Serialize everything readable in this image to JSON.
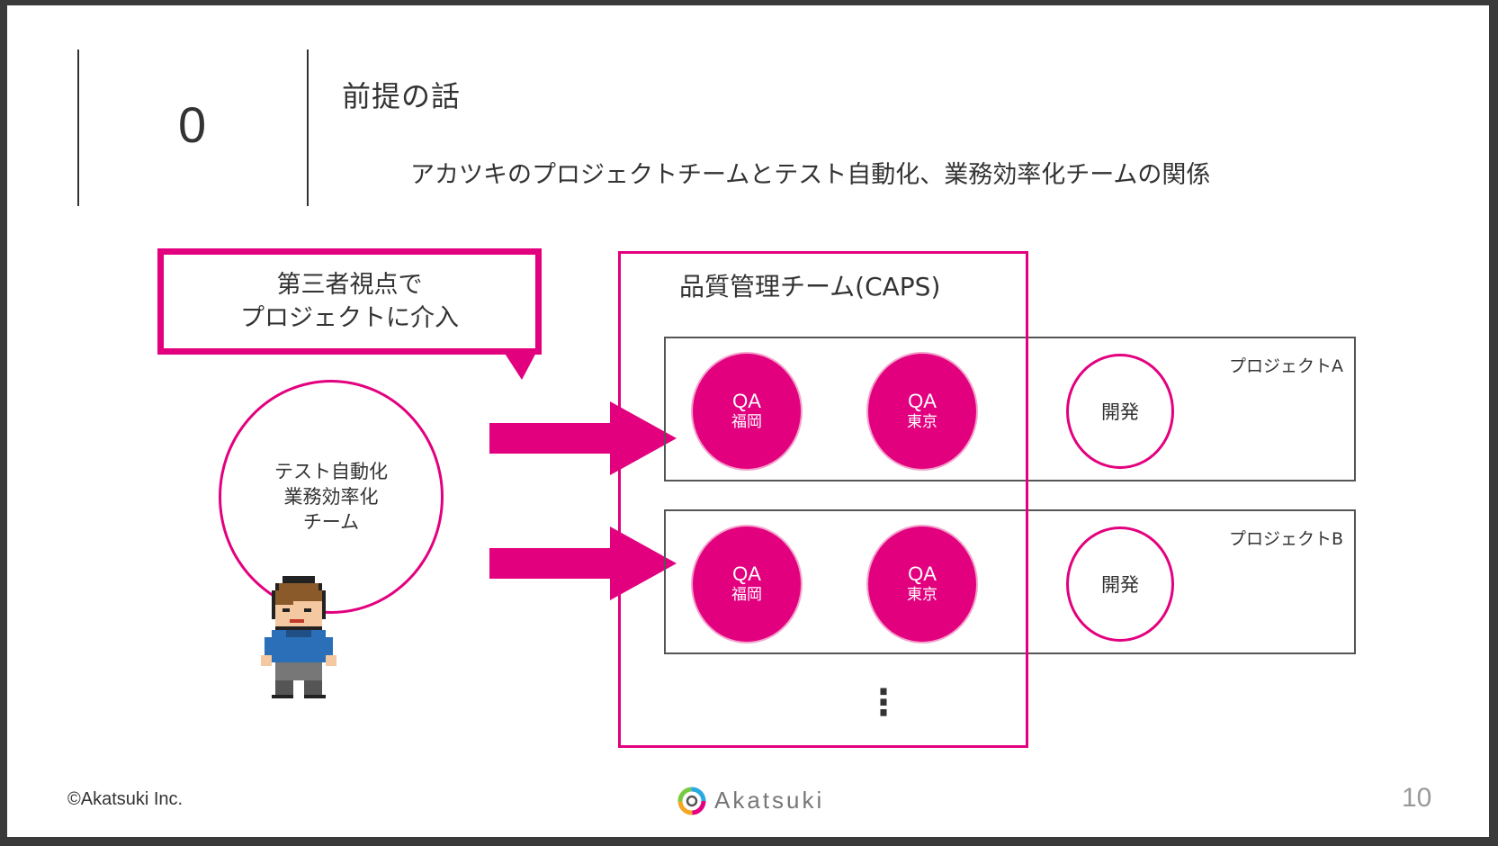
{
  "header": {
    "section_number": "0",
    "title": "前提の話",
    "subtitle": "アカツキのプロジェクトチームとテスト自動化、業務効率化チームの関係"
  },
  "callout": {
    "line1": "第三者視点で",
    "line2": "プロジェクトに介入"
  },
  "automation_team": {
    "line1": "テスト自動化",
    "line2": "業務効率化",
    "line3": "チーム"
  },
  "caps_team": {
    "title": "品質管理チーム(CAPS)",
    "ellipsis": "⋮"
  },
  "projects": [
    {
      "label": "プロジェクトA",
      "qa_fukuoka": {
        "l1": "QA",
        "l2": "福岡"
      },
      "qa_tokyo": {
        "l1": "QA",
        "l2": "東京"
      },
      "dev": "開発"
    },
    {
      "label": "プロジェクトB",
      "qa_fukuoka": {
        "l1": "QA",
        "l2": "福岡"
      },
      "qa_tokyo": {
        "l1": "QA",
        "l2": "東京"
      },
      "dev": "開発"
    }
  ],
  "footer": {
    "copyright": "©Akatsuki Inc.",
    "brand": "Akatsuki",
    "page_number": "10"
  },
  "colors": {
    "accent": "#e3007f",
    "text": "#333333",
    "frame": "#555555"
  },
  "icons": {
    "arrow": "right-arrow-icon",
    "character": "pixel-character-icon",
    "logo": "akatsuki-logo-icon"
  }
}
